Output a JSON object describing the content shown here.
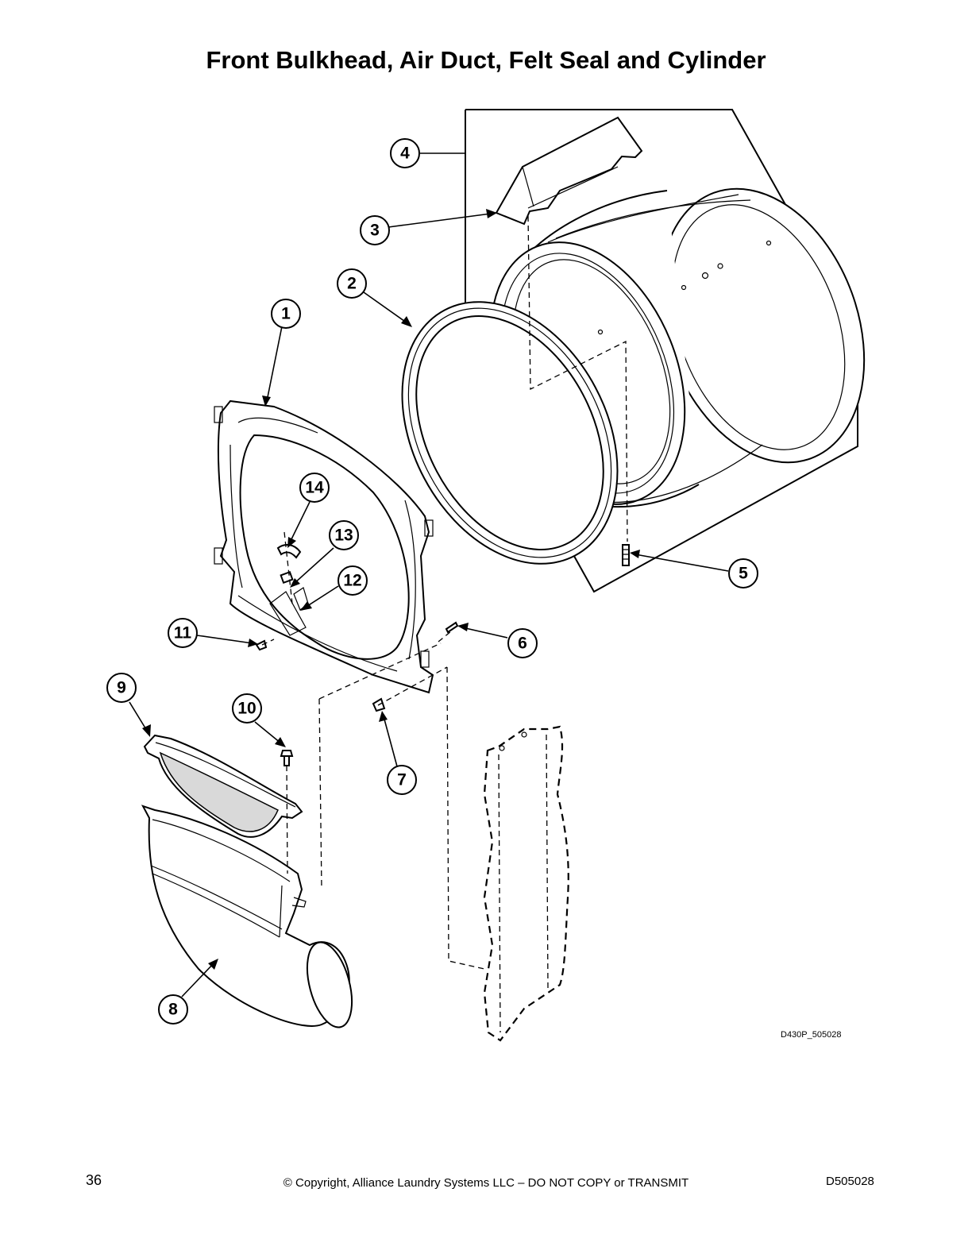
{
  "page": {
    "title": "Front Bulkhead, Air Duct, Felt Seal and Cylinder",
    "drawing_code": "D430P_505028",
    "page_number": "36",
    "copyright": "© Copyright, Alliance Laundry Systems LLC – DO NOT COPY or TRANSMIT",
    "document_id": "D505028"
  },
  "callouts": [
    "1",
    "2",
    "3",
    "4",
    "5",
    "6",
    "7",
    "8",
    "9",
    "10",
    "11",
    "12",
    "13",
    "14"
  ]
}
